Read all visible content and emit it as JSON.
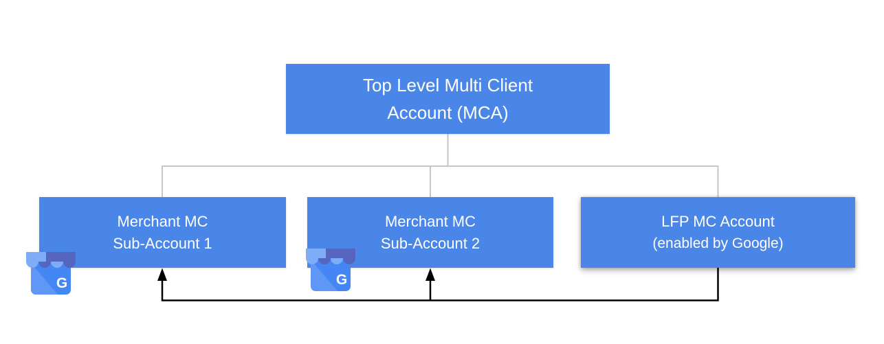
{
  "nodes": {
    "root": {
      "line1": "Top Level Multi Client",
      "line2": "Account (MCA)"
    },
    "child1": {
      "line1": "Merchant MC",
      "line2": "Sub-Account 1"
    },
    "child2": {
      "line1": "Merchant MC",
      "line2": "Sub-Account 2"
    },
    "child3": {
      "line1": "LFP MC Account",
      "line2": "(enabled by Google)"
    }
  },
  "icons": {
    "gmb_name": "google-my-business-icon",
    "gmb_letter": "G"
  },
  "colors": {
    "box_fill": "#4A86E8",
    "box_text": "#FFFFFF",
    "tree_line": "#C6C6C6",
    "arrow_line": "#000000",
    "gmb_body": "#4486F4",
    "gmb_fold_overlay": "#FFFFFF",
    "gmb_awning_light": "#7FACF7",
    "gmb_awning_dark": "#5565C0",
    "gmb_letter_color": "#FFFFFF"
  }
}
